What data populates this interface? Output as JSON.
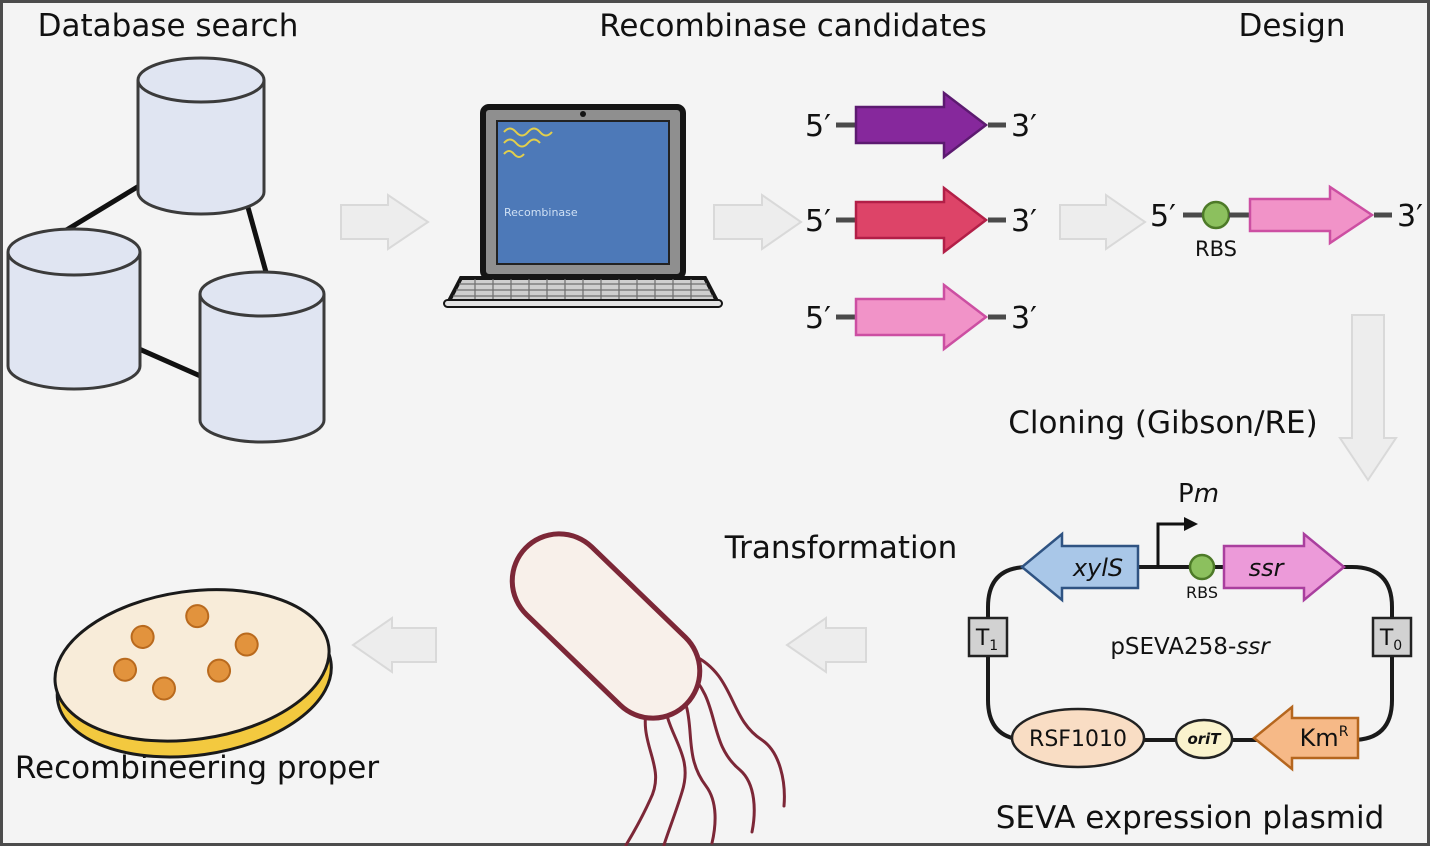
{
  "figure": {
    "titles": {
      "database_search": "Database search",
      "recombinase_candidates": "Recombinase candidates",
      "design": "Design",
      "cloning": "Cloning (Gibson/RE)",
      "transformation": "Transformation",
      "recombineering_proper": "Recombineering proper",
      "seva_expression_plasmid": "SEVA expression plasmid"
    },
    "laptop": {
      "screen_text": "Recombinase"
    },
    "candidates": {
      "rows": [
        {
          "five_prime": "5′",
          "three_prime": "3′"
        },
        {
          "five_prime": "5′",
          "three_prime": "3′"
        },
        {
          "five_prime": "5′",
          "three_prime": "3′"
        }
      ]
    },
    "design": {
      "five_prime": "5′",
      "three_prime": "3′",
      "rbs": "RBS"
    },
    "plasmid": {
      "xyls": "xylS",
      "promoter_p": "P",
      "promoter_m": "m",
      "rbs": "RBS",
      "ssr": "ssr",
      "name_prefix": "pSEVA258-",
      "name_gene": "ssr",
      "t_base": "T",
      "t1_sub": "1",
      "t0_sub": "0",
      "rsf1010": "RSF1010",
      "orit": "oriT",
      "km_base": "Km",
      "km_sup": "R"
    },
    "colors": {
      "background": "#f4f4f4",
      "border": "#4c4c4c",
      "flow_arrow_fill": "#ededed",
      "flow_arrow_stroke": "#d9d9d9",
      "database_fill": "#e0e5f2",
      "database_stroke": "#3b3b3b",
      "screen_blue": "#4d79b8",
      "squiggle_yellow": "#e3cf4b",
      "candidate_purple_fill": "#86289c",
      "candidate_purple_stroke": "#5c1a70",
      "candidate_red_fill": "#dd4468",
      "candidate_red_stroke": "#b21f47",
      "gene_pink_fill": "#f193c8",
      "gene_pink_stroke": "#cc4fa2",
      "rbs_green_fill": "#8cc05e",
      "rbs_green_stroke": "#4d7a28",
      "xyls_blue_fill": "#a9c7e8",
      "xyls_blue_stroke": "#2f5382",
      "ssr_pink_fill": "#ec9ad9",
      "ssr_pink_stroke": "#a93f9e",
      "terminator_fill": "#d2d2d2",
      "rsf_peach_fill": "#f9ddc4",
      "orit_yellow_fill": "#faf3cd",
      "km_orange_fill": "#f6b987",
      "km_orange_stroke": "#b5661e",
      "bacterium_fill": "#f8f0ea",
      "bacterium_stroke": "#7c2737",
      "petri_cream": "#f8ecd9",
      "petri_yellow": "#f3c93f",
      "colony_fill": "#e2933d",
      "colony_stroke": "#b96a1e"
    }
  }
}
